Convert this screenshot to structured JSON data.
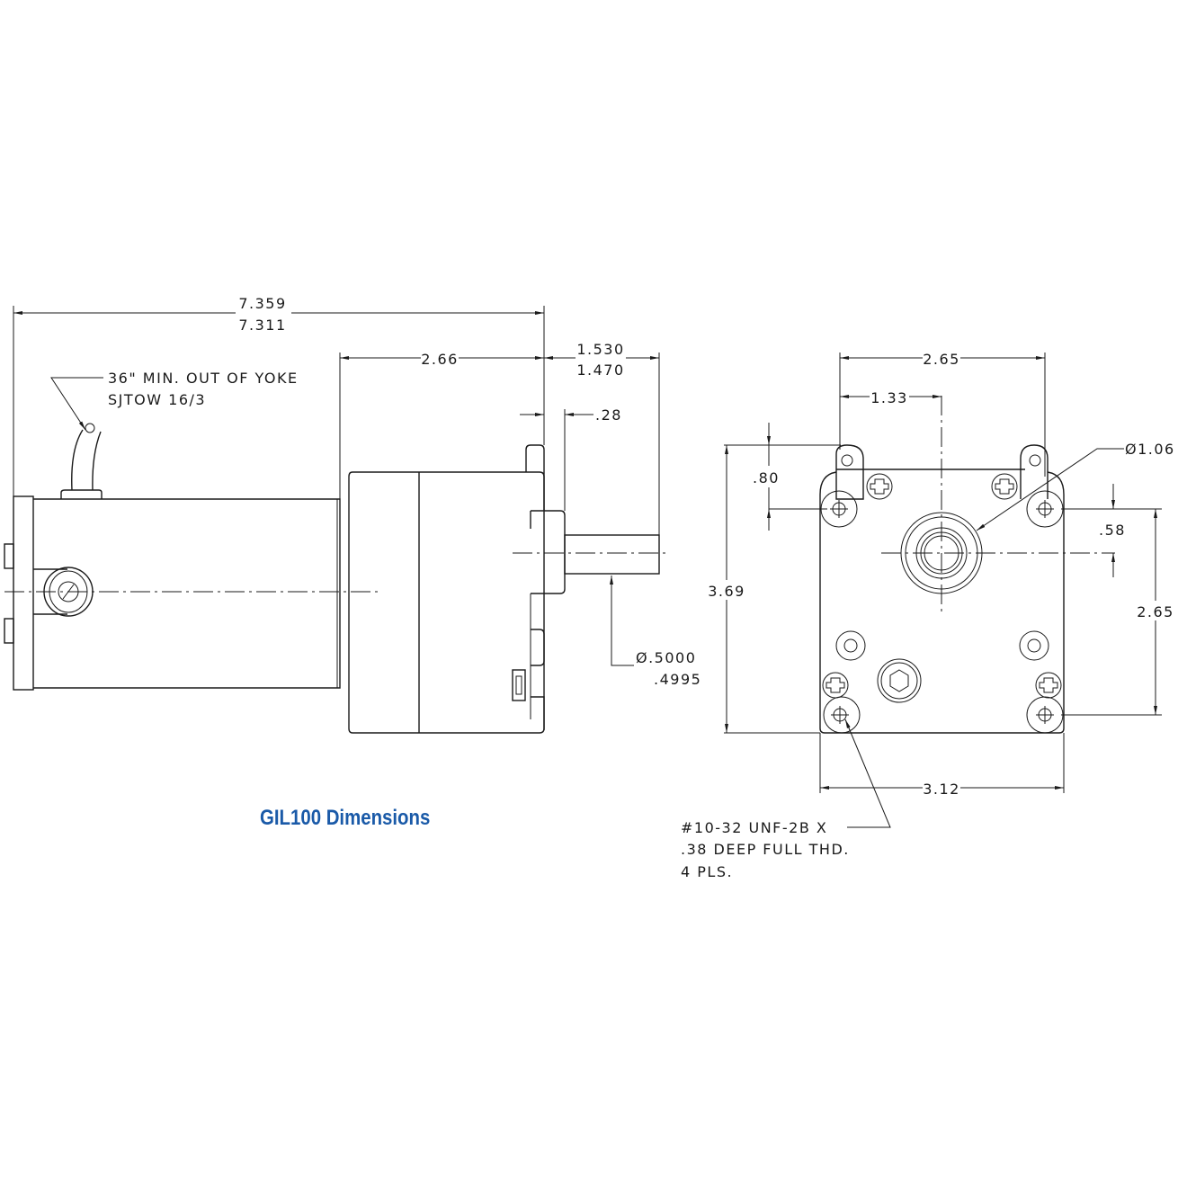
{
  "title": "GIL100 Dimensions",
  "colors": {
    "title": "#1a5aa8",
    "line": "#1a1a1a"
  },
  "side_view": {
    "overall_length_max": "7.359",
    "overall_length_min": "7.311",
    "gearbox_length": "2.66",
    "shaft_length_max": "1.530",
    "shaft_length_min": "1.470",
    "pilot_length": ".28",
    "shaft_diameter_max": "Ø.5000",
    "shaft_diameter_min": ".4995",
    "cable_note_line1": "36\" MIN. OUT OF YOKE",
    "cable_note_line2": "SJTOW 16/3"
  },
  "front_view": {
    "mount_spacing_top": "2.65",
    "mount_to_center": "1.33",
    "hub_diameter": "Ø1.06",
    "lug_height": ".80",
    "overall_height": "3.69",
    "center_offset": ".58",
    "mount_spacing_vertical": "2.65",
    "overall_width": "3.12",
    "thread_note_line1": "#10-32 UNF-2B X",
    "thread_note_line2": ".38 DEEP FULL THD.",
    "thread_note_line3": "4 PLS."
  }
}
